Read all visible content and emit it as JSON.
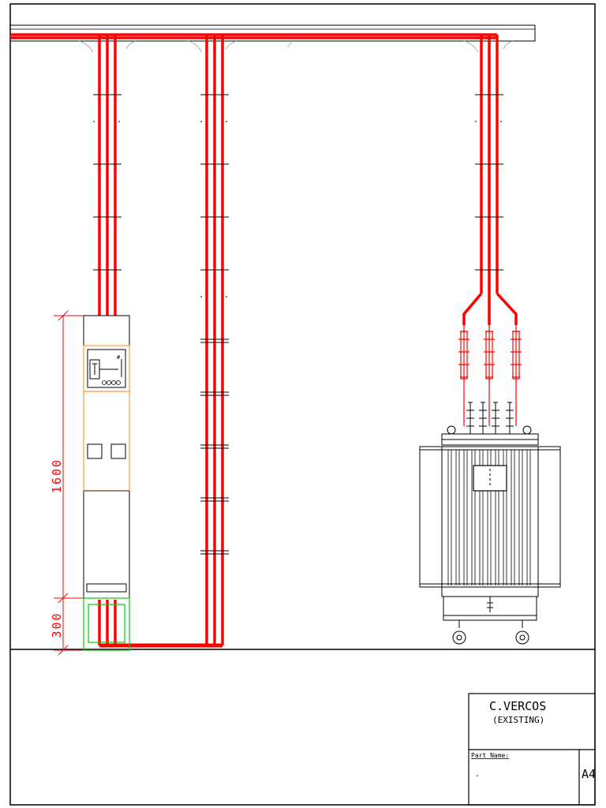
{
  "colors": {
    "cable": "#ff0000",
    "linework": "#000000",
    "panel_outline": "#ffa040",
    "foundation": "#00d000",
    "dimension": "#ff0000"
  },
  "dimensions": {
    "panel_height": "1600",
    "base_height": "300"
  },
  "title_block": {
    "title": "C.VERCOS",
    "subtitle": "(EXISTING)",
    "part_name_label": "Part Name:",
    "part_name_value": ".",
    "sheet_size": "A4"
  },
  "icons": {
    "switchgear": "switchgear-panel-icon",
    "transformer": "transformer-icon",
    "cable_terminations": "cable-termination-icon"
  }
}
